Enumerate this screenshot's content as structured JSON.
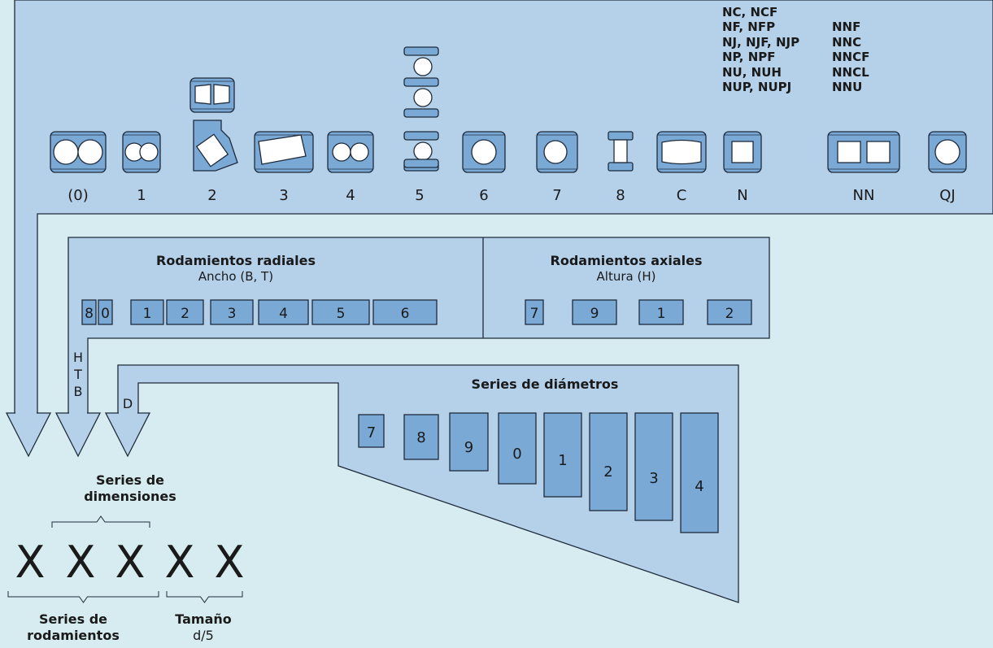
{
  "colors": {
    "background": "#d6ecf0",
    "panel": "#b5d1ea",
    "symbol_fill": "#7aa9d6",
    "outline": "#1f2b3a",
    "text": "#1a1a1a"
  },
  "bearing_types": {
    "labels": [
      "(0)",
      "1",
      "2",
      "3",
      "4",
      "5",
      "6",
      "7",
      "8",
      "C",
      "N",
      "NN",
      "QJ"
    ],
    "n_variants": [
      "NC, NCF",
      "NF, NFP",
      "NJ, NJF, NJP",
      "NP, NPF",
      "NU, NUH",
      "NUP, NUPJ"
    ],
    "nn_variants": [
      "NNF",
      "NNC",
      "NNCF",
      "NNCL",
      "NNU"
    ]
  },
  "radial": {
    "title": "Rodamientos radiales",
    "subtitle": "Ancho (B, T)",
    "codes": [
      "8",
      "0",
      "1",
      "2",
      "3",
      "4",
      "5",
      "6"
    ]
  },
  "axial": {
    "title": "Rodamientos axiales",
    "subtitle": "Altura (H)",
    "codes": [
      "7",
      "9",
      "1",
      "2"
    ]
  },
  "arrow_letters": {
    "htb": [
      "H",
      "T",
      "B"
    ],
    "d": "D"
  },
  "diameter": {
    "title": "Series de diámetros",
    "codes": [
      "7",
      "8",
      "9",
      "0",
      "1",
      "2",
      "3",
      "4"
    ]
  },
  "designation": {
    "dimensions_label": "Series de dimensiones",
    "marks": [
      "X",
      "X",
      "X",
      "X",
      "X"
    ],
    "bearing_series_label": "Series de rodamientos",
    "size_label": "Tamaño",
    "size_sub": "d/5"
  }
}
